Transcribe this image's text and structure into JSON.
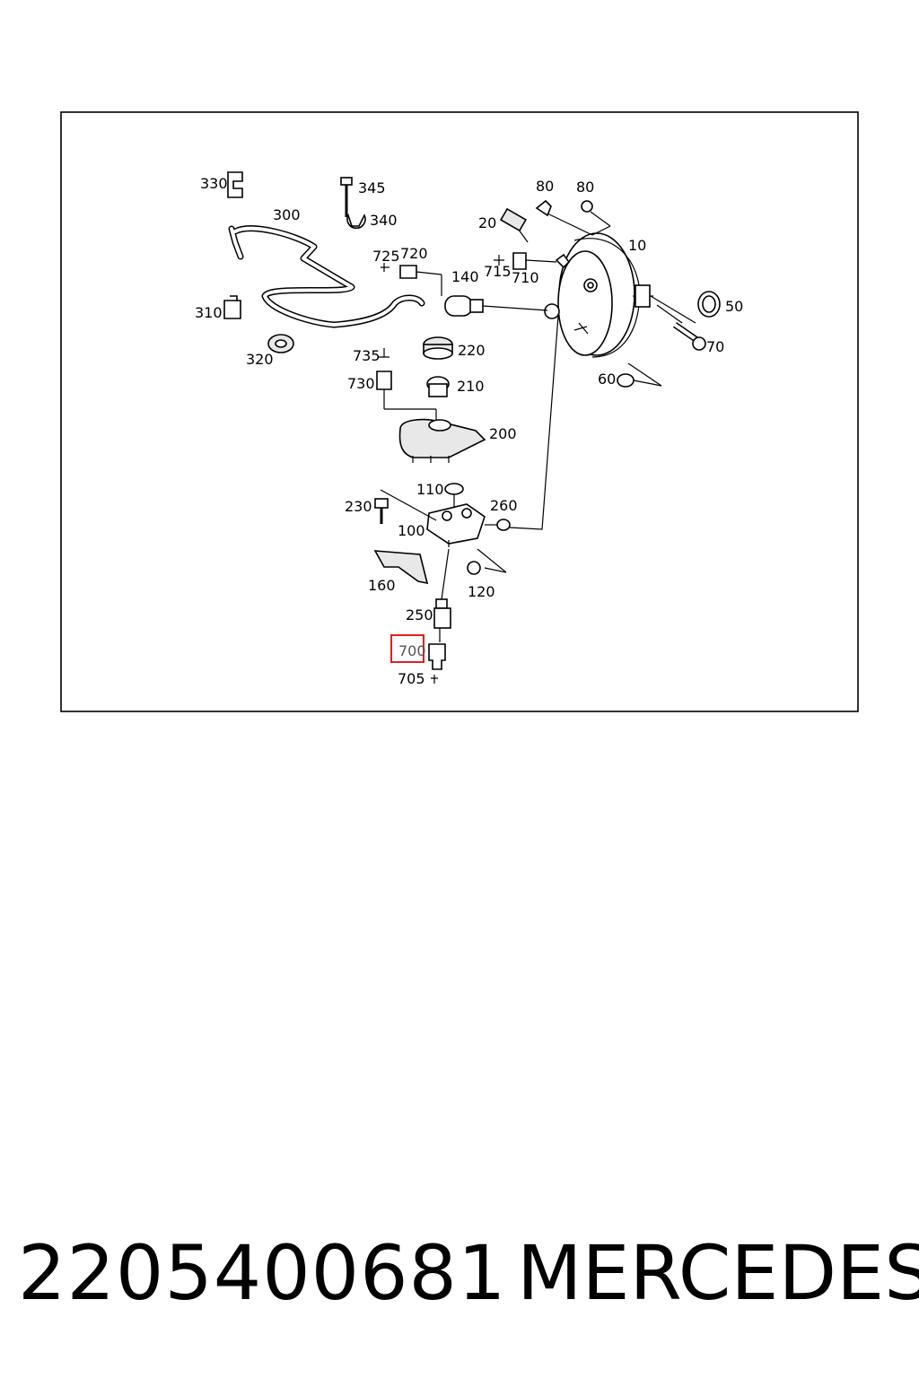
{
  "diagram": {
    "callouts": [
      "330",
      "345",
      "300",
      "340",
      "80",
      "80",
      "20",
      "10",
      "725",
      "720",
      "140",
      "715",
      "710",
      "50",
      "310",
      "70",
      "320",
      "735",
      "220",
      "730",
      "210",
      "60",
      "200",
      "110",
      "230",
      "260",
      "100",
      "160",
      "120",
      "250",
      "700",
      "705"
    ],
    "highlighted_callout": "700"
  },
  "footer": {
    "part_number": "2205400681",
    "brand": "MERCEDES"
  }
}
